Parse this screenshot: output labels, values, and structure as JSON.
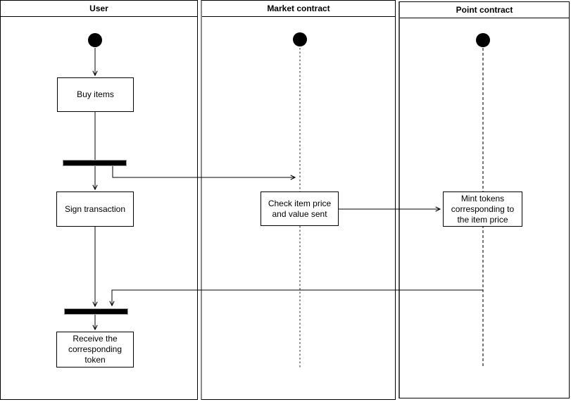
{
  "lanes": [
    {
      "title": "User"
    },
    {
      "title": "Market contract"
    },
    {
      "title": "Point contract"
    }
  ],
  "nodes": {
    "buy_items": "Buy items",
    "sign_transaction": "Sign transaction",
    "receive_token": "Receive the\ncorresponding\ntoken",
    "check_item_price": "Check item price\nand value sent",
    "mint_tokens": "Mint tokens\ncorresponding to\nthe item price"
  },
  "colors": {
    "stroke": "#000000",
    "activity_fill": "#ffffff",
    "bar_fill": "#000000",
    "market_lifeline": "#8f8f8f",
    "point_lifeline": "#565656"
  }
}
